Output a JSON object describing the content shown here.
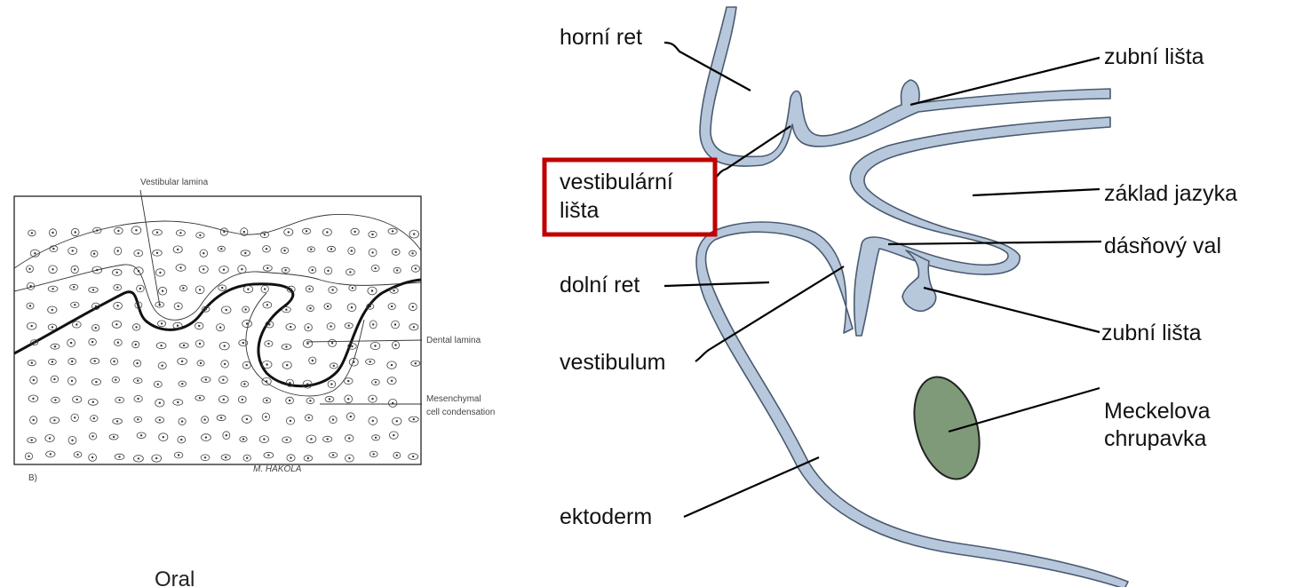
{
  "left_figure": {
    "panel_label": "B)",
    "labels": {
      "vestibular_lamina": "Vestibular lamina",
      "dental_lamina": "Dental lamina",
      "mesenchymal_1": "Mesenchymal",
      "mesenchymal_2": "cell condensation"
    },
    "signature": "M. HAKOLA",
    "caption": "Oral"
  },
  "right_figure": {
    "labels": {
      "horni_ret": "horní ret",
      "vestibularni_1": "vestibulární",
      "vestibularni_2": "lišta",
      "dolni_ret": "dolní ret",
      "vestibulum": "vestibulum",
      "ektoderm": "ektoderm",
      "zubni_lista_top": "zubní lišta",
      "zaklad_jazyka": "základ jazyka",
      "dasnovy_val": "dásňový val",
      "zubni_lista_bottom": "zubní lišta",
      "meckelova_1": "Meckelova",
      "meckelova_2": "chrupavka"
    },
    "highlight_color": "#c00000",
    "tissue_color": "#b8c8dc",
    "cartilage_color": "#7f9a78"
  }
}
